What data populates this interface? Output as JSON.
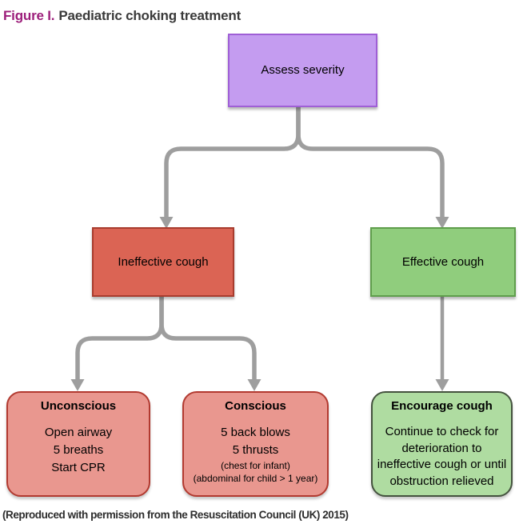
{
  "title": {
    "prefix": "Figure I.",
    "text": "Paediatric choking treatment"
  },
  "caption": "(Reproduced with permission from the Resuscitation Council (UK) 2015)",
  "colors": {
    "title-accent": "#9c1d7a",
    "title-text": "#3a3a3a",
    "caption-text": "#2d2d2d",
    "arrow": "#9e9e9e",
    "purple-fill": "#c49cf0",
    "purple-border": "#9f5fd6",
    "red-fill": "#db6454",
    "red-border": "#a83c2e",
    "green-fill": "#90cd7d",
    "green-border": "#5f9e4c",
    "pink-fill": "#e9978f",
    "pink-border": "#b23a30",
    "lightgreen-fill": "#afdca1",
    "lightgreen-border": "#44523e"
  },
  "flowchart": {
    "nodes": {
      "assess": {
        "label": "Assess severity"
      },
      "ineffective": {
        "label": "Ineffective cough"
      },
      "effective": {
        "label": "Effective cough"
      },
      "unconscious": {
        "title": "Unconscious",
        "lines": [
          "Open airway",
          "5 breaths",
          "Start CPR"
        ]
      },
      "conscious": {
        "title": "Conscious",
        "lines": [
          "5 back blows",
          "5 thrusts"
        ],
        "notes": [
          "(chest for infant)",
          "(abdominal for child > 1 year)"
        ]
      },
      "encourage": {
        "title": "Encourage cough",
        "body": "Continue to check for deterioration to ineffective cough or until obstruction relieved"
      }
    }
  }
}
